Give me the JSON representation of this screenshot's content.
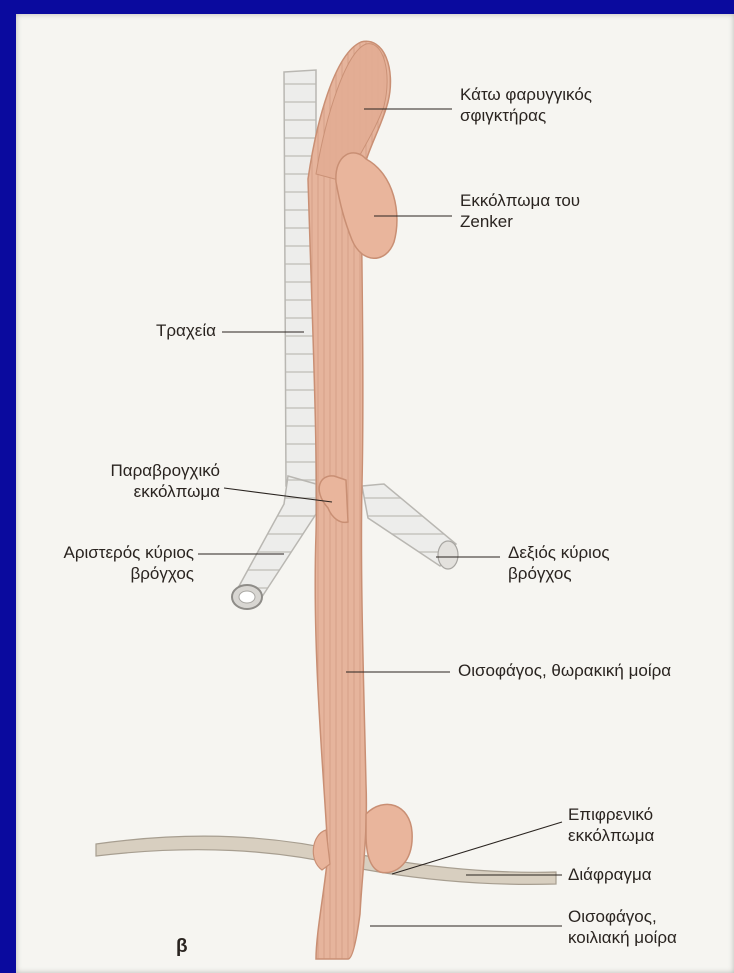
{
  "figure": {
    "panel_letter": "β",
    "labels": {
      "lower_pharyngeal_sphincter": [
        "Κάτω φαρυγγικός",
        "σφιγκτήρας"
      ],
      "zenker_diverticulum": [
        "Εκκόλπωμα του",
        "Zenker"
      ],
      "trachea": [
        "Τραχεία"
      ],
      "parabronchial_diverticulum": [
        "Παραβρογχικό",
        "εκκόλπωμα"
      ],
      "left_main_bronchus": [
        "Αριστερός κύριος",
        "βρόγχος"
      ],
      "right_main_bronchus": [
        "Δεξιός κύριος",
        "βρόγχος"
      ],
      "thoracic_esophagus": [
        "Οισοφάγος, θωρακική μοίρα"
      ],
      "epiphrenic_diverticulum": [
        "Επιφρενικό",
        "εκκόλπωμα"
      ],
      "diaphragm": [
        "Διάφραγμα"
      ],
      "abdominal_esophagus": [
        "Οισοφάγος,",
        "κοιλιακή μοίρα"
      ]
    }
  },
  "colors": {
    "background_frame": "#0a0a9e",
    "page": "#f6f5f1",
    "esophagus_fill": "#e6b49c",
    "esophagus_stroke": "#c98f74",
    "trachea_fill": "#ededeb",
    "trachea_stroke": "#b9b7b2",
    "diaphragm_fill": "#d8cfc0",
    "leader_line": "#2a2420"
  }
}
